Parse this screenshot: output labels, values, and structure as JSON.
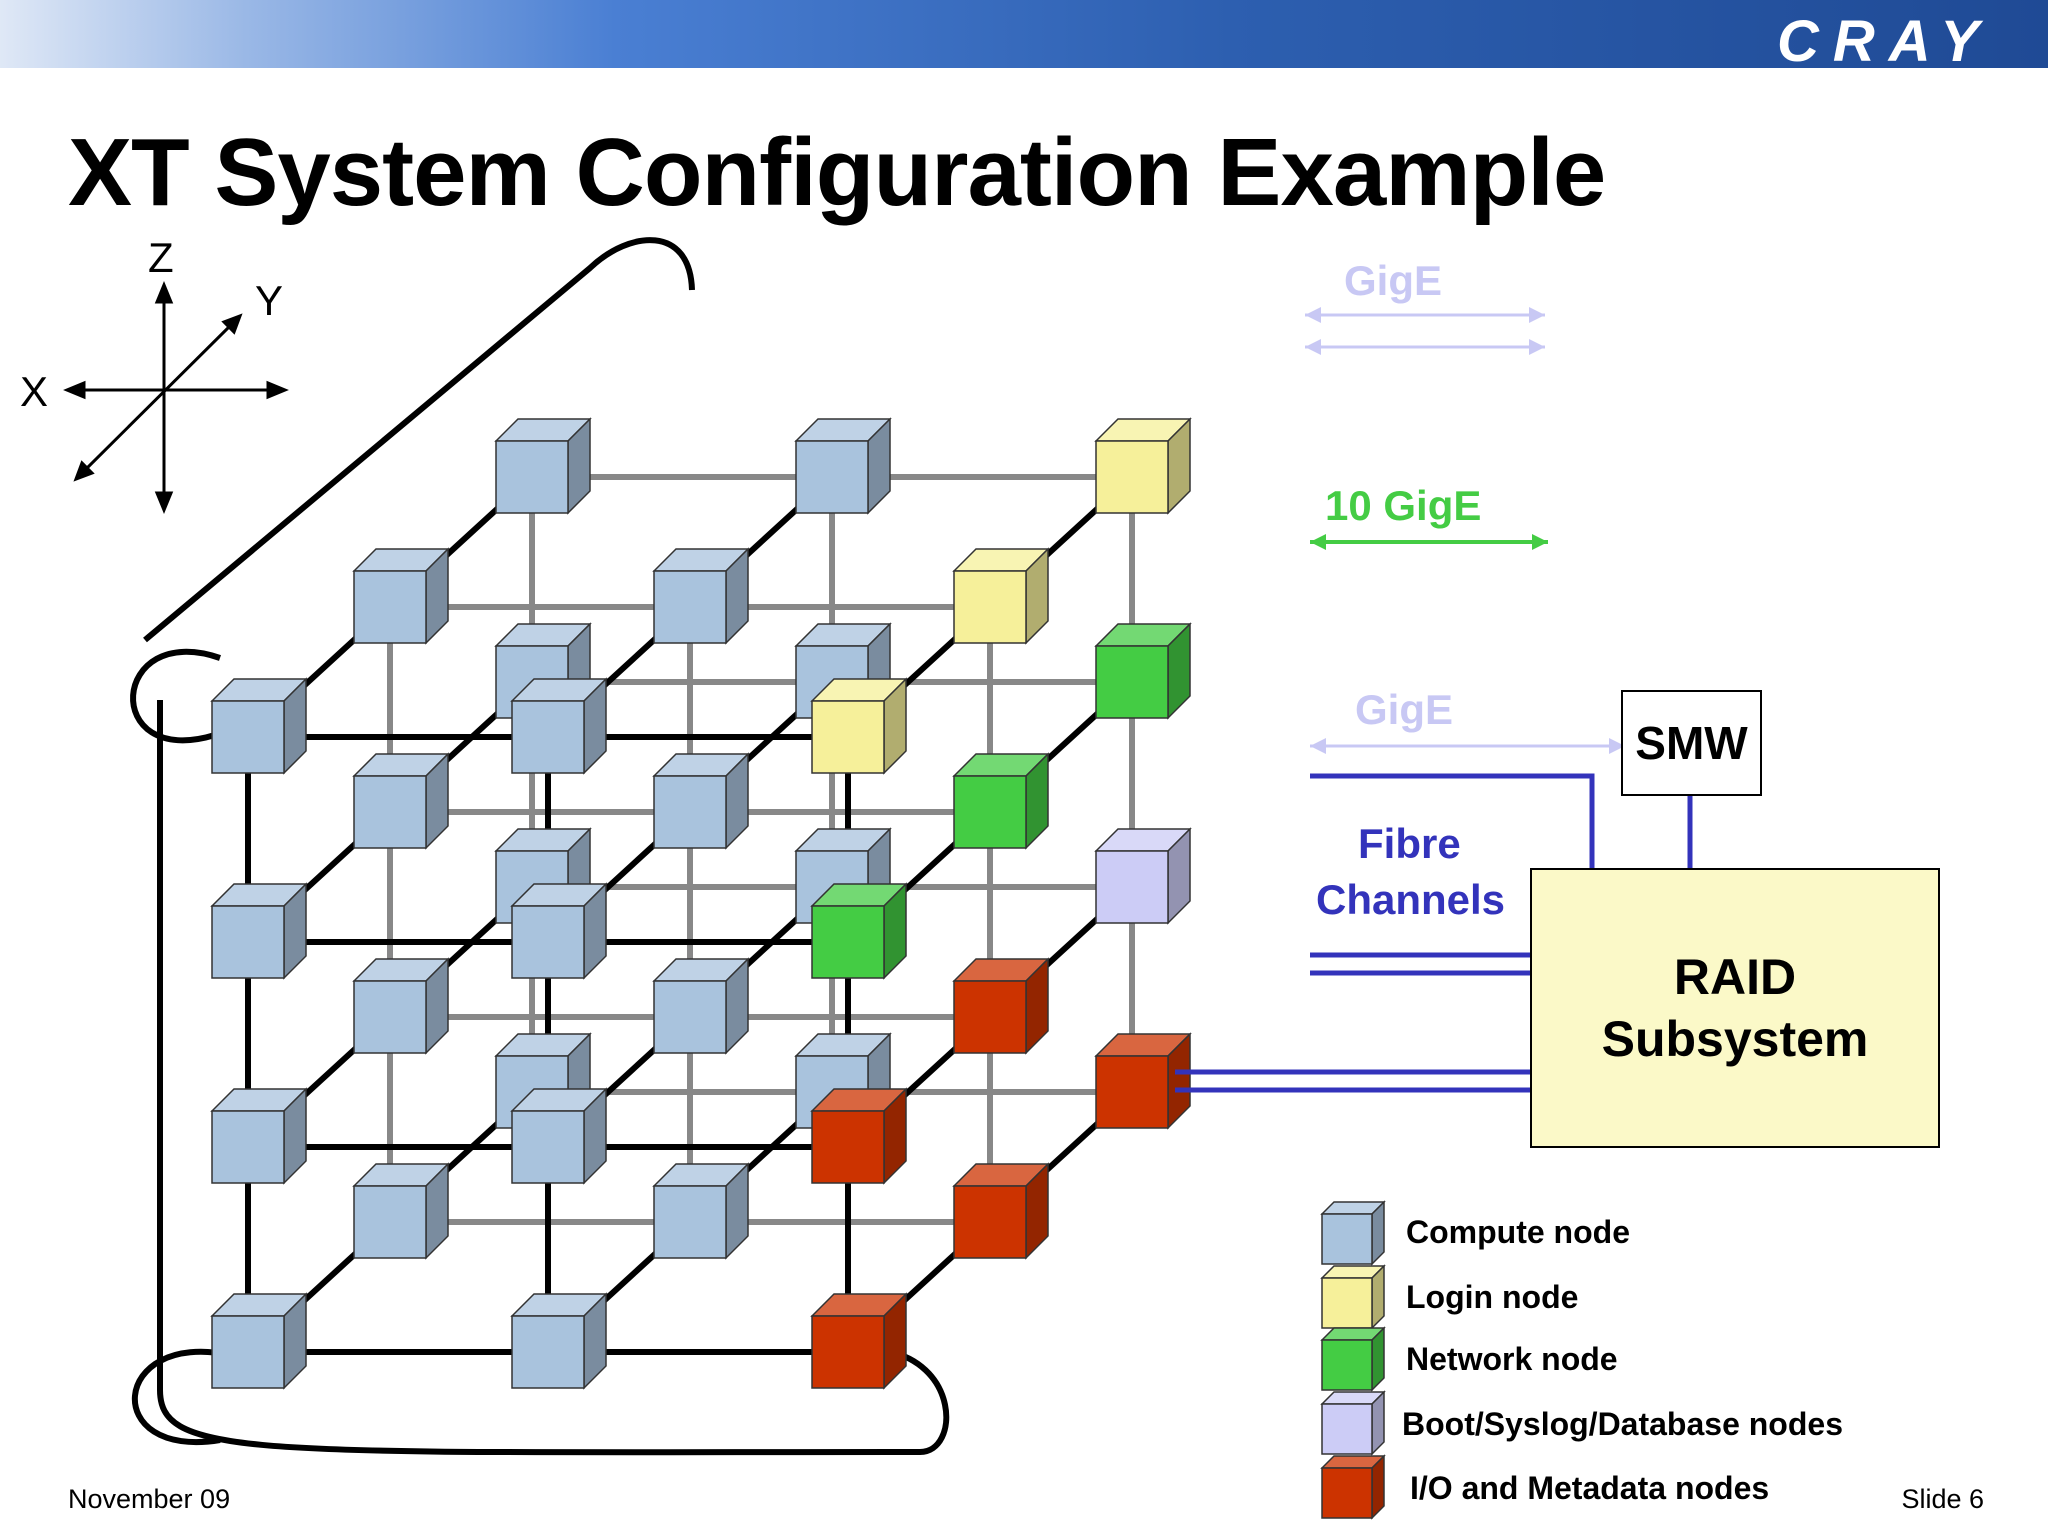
{
  "header": {
    "logo": "CRAY",
    "title": "XT System Configuration Example"
  },
  "axes": {
    "z": "Z",
    "y": "Y",
    "x": "X"
  },
  "links": {
    "gige_top": "GigE",
    "ten_gige": "10 GigE",
    "gige_mid": "GigE",
    "fibre_line1": "Fibre",
    "fibre_line2": "Channels"
  },
  "boxes": {
    "smw": "SMW",
    "raid_line1": "RAID",
    "raid_line2": "Subsystem"
  },
  "legend": [
    {
      "label": "Compute node",
      "color": "#a9c3dd"
    },
    {
      "label": "Login node",
      "color": "#f6f09a"
    },
    {
      "label": "Network node",
      "color": "#44cc44"
    },
    {
      "label": "Boot/Syslog/Database nodes",
      "color": "#ccccf6"
    },
    {
      "label": "I/O and Metadata nodes",
      "color": "#cc3300"
    }
  ],
  "colors": {
    "compute": "#a9c3dd",
    "login": "#f6f09a",
    "network": "#44cc44",
    "boot": "#ccccf6",
    "io": "#cc3300",
    "gige": "#c8c8f4",
    "ten_gige": "#44cc44",
    "fibre": "#3333bb"
  },
  "footer": {
    "date": "November 09",
    "slide": "Slide 6"
  }
}
